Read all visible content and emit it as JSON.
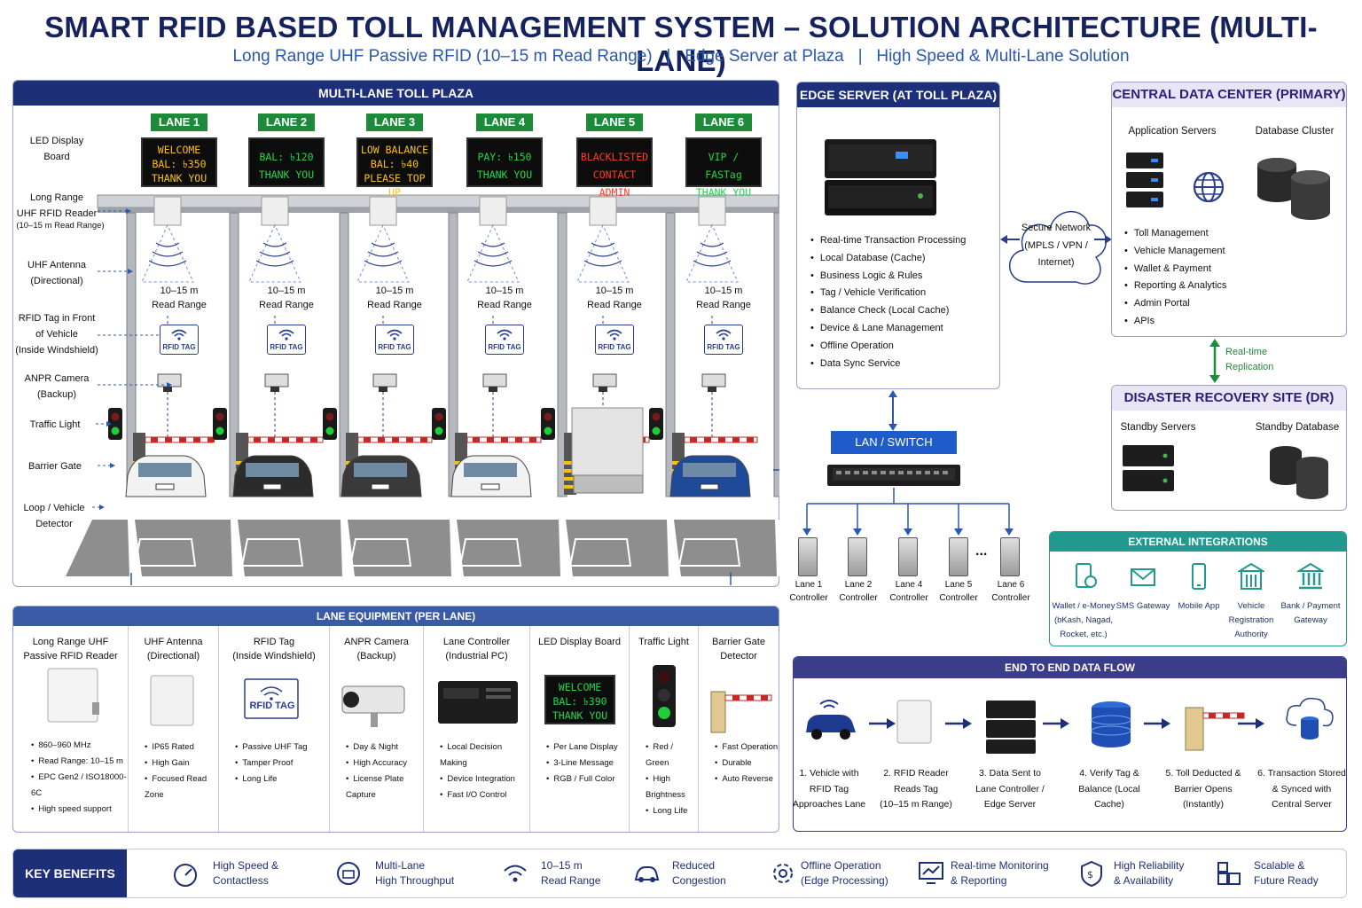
{
  "title": "SMART RFID BASED TOLL MANAGEMENT SYSTEM – SOLUTION ARCHITECTURE (MULTI-LANE)",
  "subtitle": "Long Range UHF Passive RFID (10–15 m Read Range)   |   Edge Server at Plaza   |   High Speed & Multi-Lane Solution",
  "plaza": {
    "header": "MULTI-LANE TOLL PLAZA",
    "side_labels": [
      "LED Display\nBoard",
      "Long Range\nUHF RFID Reader",
      "(10–15 m Read Range)",
      "UHF Antenna\n(Directional)",
      "RFID Tag in Front\nof Vehicle\n(Inside Windshield)",
      "ANPR Camera\n(Backup)",
      "Traffic Light",
      "Barrier Gate",
      "Loop / Vehicle\nDetector"
    ],
    "lanes": [
      {
        "name": "LANE 1",
        "led": [
          "WELCOME",
          "BAL: ৳350",
          "THANK YOU"
        ],
        "color": "y"
      },
      {
        "name": "LANE 2",
        "led": [
          "BAL: ৳120",
          "THANK YOU"
        ],
        "color": "g"
      },
      {
        "name": "LANE 3",
        "led": [
          "LOW BALANCE",
          "BAL: ৳40",
          "PLEASE TOP UP"
        ],
        "color": "y"
      },
      {
        "name": "LANE 4",
        "led": [
          "PAY: ৳150",
          "THANK YOU"
        ],
        "color": "g"
      },
      {
        "name": "LANE 5",
        "led": [
          "BLACKLISTED",
          "CONTACT ADMIN"
        ],
        "color": "r"
      },
      {
        "name": "LANE 6",
        "led": [
          "VIP / FASTag",
          "THANK YOU"
        ],
        "color": "g"
      }
    ],
    "read_range": [
      "10–15 m",
      "Read Range"
    ],
    "tag_label": "RFID TAG"
  },
  "edge": {
    "header": "EDGE SERVER (AT TOLL PLAZA)",
    "items": [
      "Real-time Transaction Processing",
      "Local Database (Cache)",
      "Business Logic & Rules",
      "Tag / Vehicle Verification",
      "Balance Check (Local Cache)",
      "Device & Lane Management",
      "Offline Operation",
      "Data Sync Service"
    ]
  },
  "network": [
    "Secure Network",
    "(MPLS / VPN /",
    "Internet)"
  ],
  "dc": {
    "header": "CENTRAL DATA CENTER (PRIMARY)",
    "app": "Application Servers",
    "db": "Database Cluster",
    "items": [
      "Toll Management",
      "Vehicle Management",
      "Wallet & Payment",
      "Reporting & Analytics",
      "Admin Portal",
      "APIs"
    ]
  },
  "replication": [
    "Real-time",
    "Replication"
  ],
  "dr": {
    "header": "DISASTER RECOVERY SITE (DR)",
    "servers": "Standby Servers",
    "db": "Standby Database"
  },
  "lan": {
    "label": "LAN / SWITCH",
    "controllers": [
      [
        "Lane 1",
        "Controller"
      ],
      [
        "Lane 2",
        "Controller"
      ],
      [
        "Lane 4",
        "Controller"
      ],
      [
        "Lane 5",
        "Controller"
      ],
      [
        "Lane 6",
        "Controller"
      ]
    ],
    "dots": "..."
  },
  "ext": {
    "header": "EXTERNAL INTEGRATIONS",
    "items": [
      [
        "Wallet / e-Money",
        "(bKash, Nagad,",
        "Rocket, etc.)"
      ],
      [
        "SMS Gateway"
      ],
      [
        "Mobile App"
      ],
      [
        "Vehicle",
        "Registration",
        "Authority"
      ],
      [
        "Bank / Payment",
        "Gateway"
      ]
    ]
  },
  "equip": {
    "header": "LANE EQUIPMENT (PER LANE)",
    "cols": [
      {
        "title": [
          "Long Range UHF",
          "Passive RFID Reader"
        ],
        "bullets": [
          "860–960 MHz",
          "Read Range: 10–15 m",
          "EPC Gen2 / ISO18000-6C",
          "High speed support"
        ]
      },
      {
        "title": [
          "UHF Antenna",
          "(Directional)"
        ],
        "bullets": [
          "IP65 Rated",
          "High Gain",
          "Focused Read Zone"
        ]
      },
      {
        "title": [
          "RFID Tag",
          "(Inside Windshield)"
        ],
        "bullets": [
          "Passive UHF Tag",
          "Tamper Proof",
          "Long Life"
        ]
      },
      {
        "title": [
          "ANPR Camera",
          "(Backup)"
        ],
        "bullets": [
          "Day & Night",
          "High Accuracy",
          "License Plate Capture"
        ]
      },
      {
        "title": [
          "Lane Controller",
          "(Industrial PC)"
        ],
        "bullets": [
          "Local Decision Making",
          "Device Integration",
          "Fast I/O Control"
        ]
      },
      {
        "title": [
          "LED Display Board"
        ],
        "bullets": [
          "Per Lane Display",
          "3-Line Message",
          "RGB / Full Color"
        ]
      },
      {
        "title": [
          "Traffic Light"
        ],
        "bullets": [
          "Red / Green",
          "High Brightness",
          "Long Life"
        ]
      },
      {
        "title": [
          "Barrier Gate",
          "Detector"
        ],
        "bullets": [
          "Fast Operation",
          "Durable",
          "Auto Reverse"
        ]
      }
    ],
    "led_sample": [
      "WELCOME",
      "BAL: ৳390",
      "THANK YOU"
    ],
    "tag_label": "RFID TAG"
  },
  "flow": {
    "header": "END TO END DATA FLOW",
    "steps": [
      [
        "1. Vehicle with",
        "RFID Tag",
        "Approaches Lane"
      ],
      [
        "2. RFID Reader",
        "Reads Tag",
        "(10–15 m Range)"
      ],
      [
        "3. Data Sent to",
        "Lane Controller /",
        "Edge Server"
      ],
      [
        "4. Verify Tag &",
        "Balance (Local",
        "Cache)"
      ],
      [
        "5. Toll Deducted &",
        "Barrier Opens",
        "(Instantly)"
      ],
      [
        "6. Transaction Stored",
        "& Synced with",
        "Central Server"
      ]
    ]
  },
  "benefits": {
    "title": "KEY BENEFITS",
    "items": [
      [
        "High Speed &",
        "Contactless"
      ],
      [
        "Multi-Lane",
        "High Throughput"
      ],
      [
        "10–15 m",
        "Read Range"
      ],
      [
        "Reduced",
        "Congestion"
      ],
      [
        "Offline Operation",
        "(Edge Processing)"
      ],
      [
        "Real-time Monitoring",
        "& Reporting"
      ],
      [
        "High Reliability",
        "& Availability"
      ],
      [
        "Scalable &",
        "Future Ready"
      ]
    ]
  }
}
